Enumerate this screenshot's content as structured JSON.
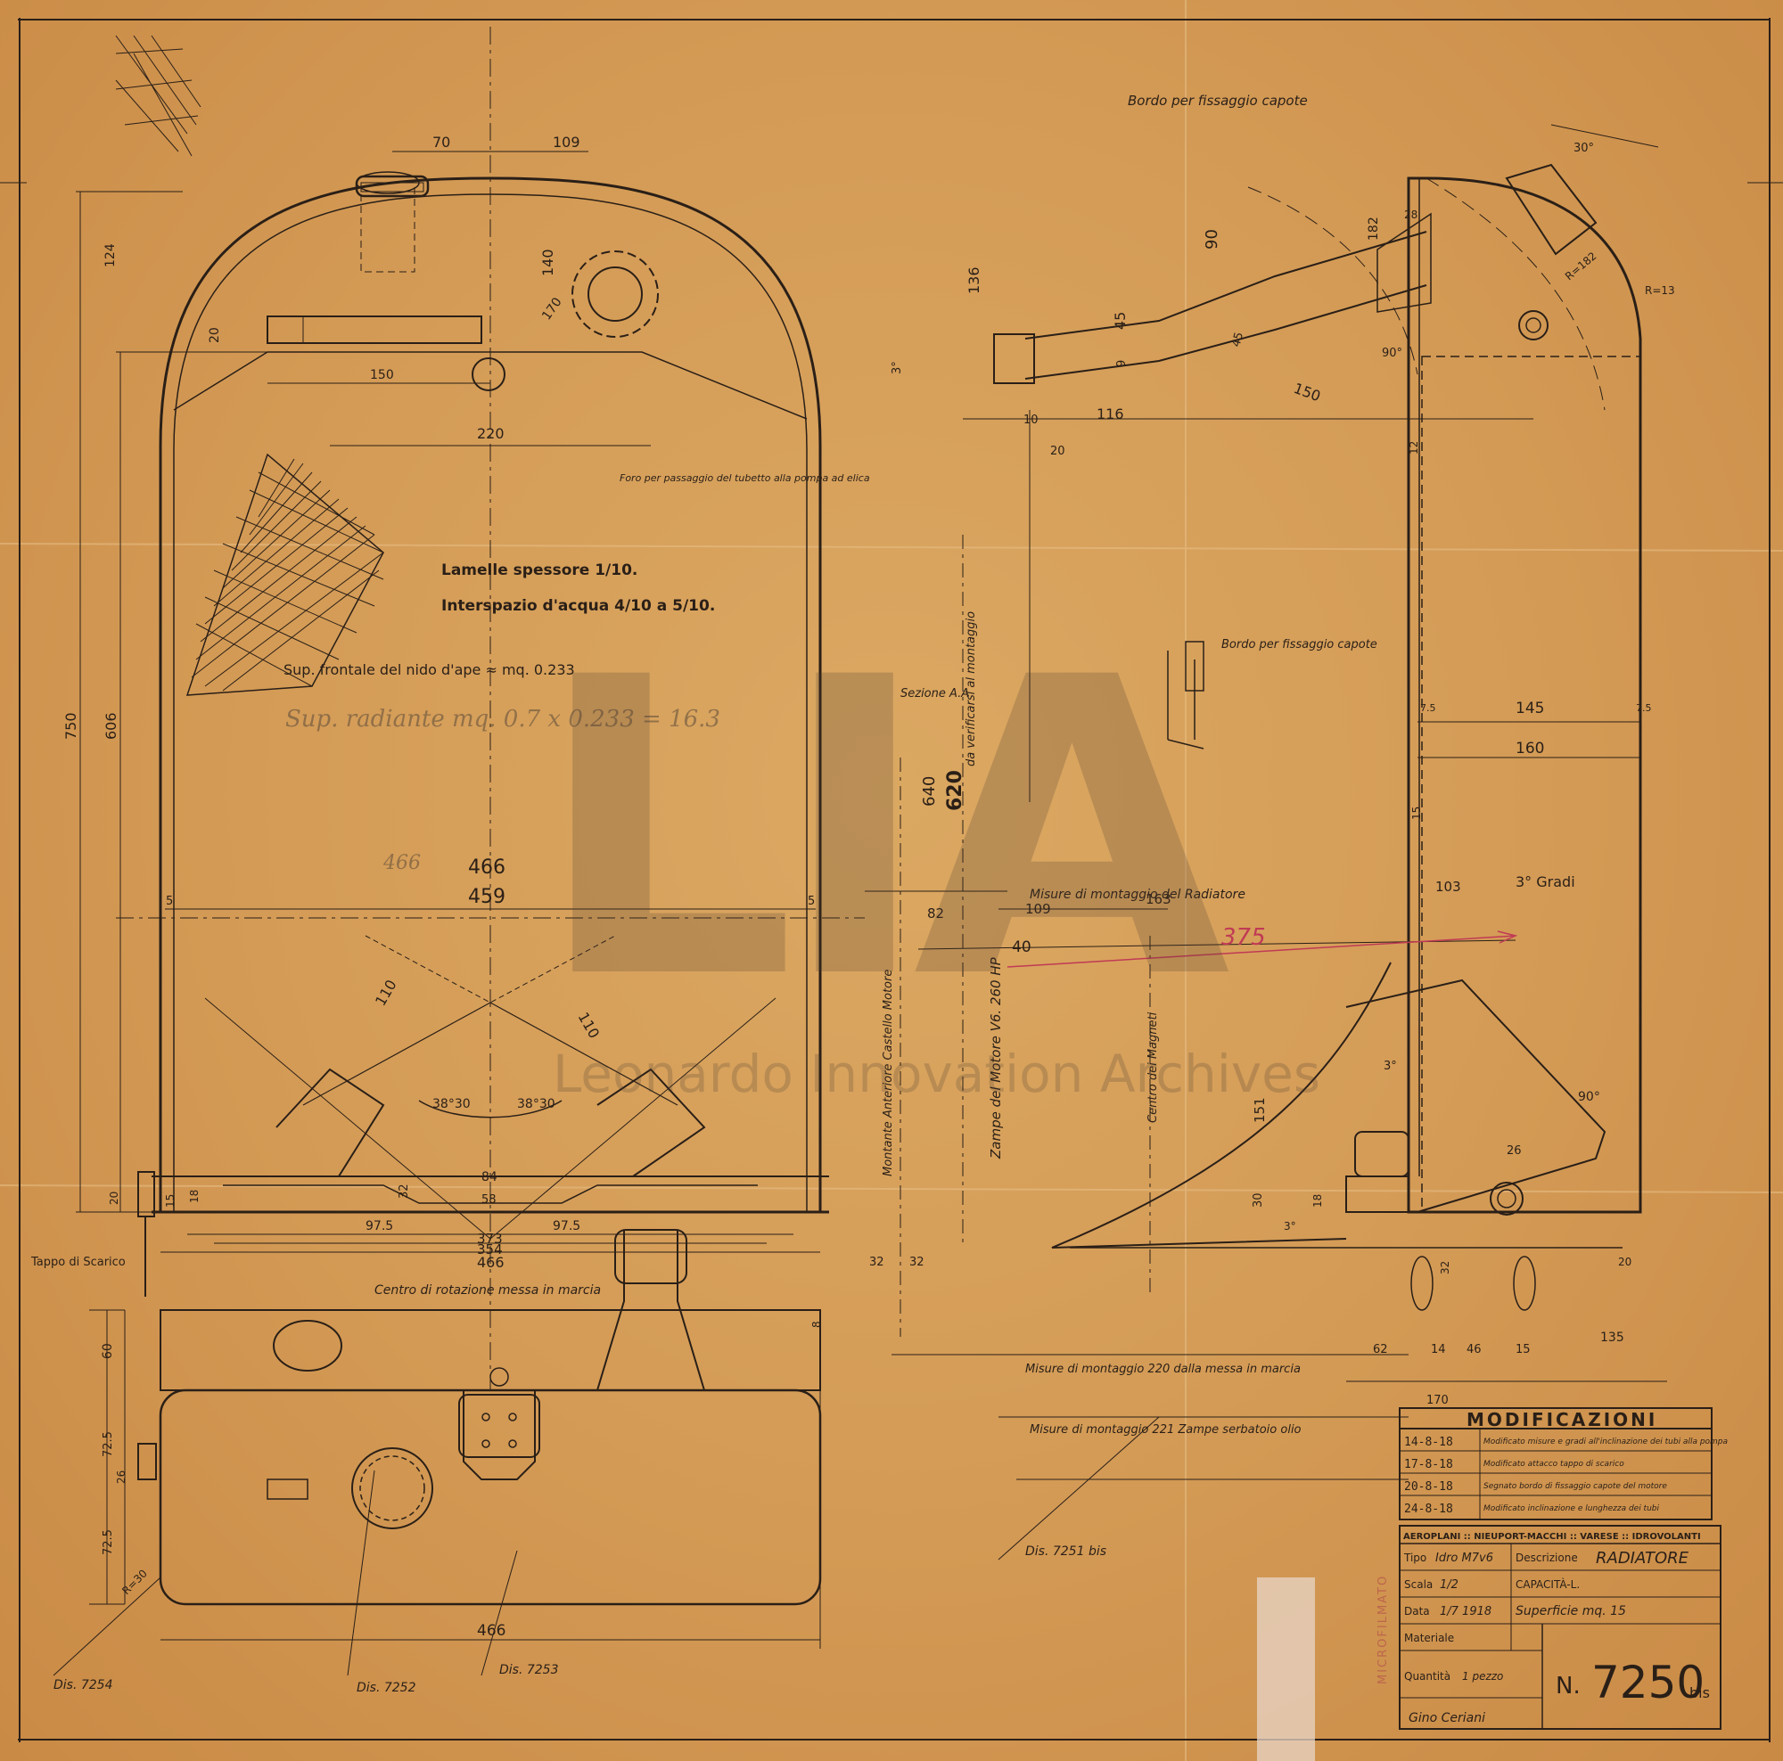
{
  "watermark": {
    "logo": "LIA",
    "text": "Leonardo Innovation Archives"
  },
  "front_view": {
    "dims": {
      "d70": "70",
      "d109": "109",
      "d124": "124",
      "d140": "140",
      "d170": "170",
      "d20_top": "20",
      "d150": "150",
      "d220": "220",
      "d750": "750",
      "d606": "606",
      "d466": "466",
      "d459": "459",
      "d5_left": "5",
      "d5_right": "5",
      "d110_l": "110",
      "d110_r": "110",
      "a3830_l": "38°30",
      "a3830_r": "38°30",
      "d84": "84",
      "d58": "58",
      "d32": "32",
      "d18": "18",
      "d15": "15",
      "d20_bot": "20",
      "d975_l": "97.5",
      "d975_r": "97.5",
      "d373": "373",
      "d354": "354",
      "d466_b": "466"
    },
    "notes": {
      "foro": "Foro per passaggio del tubetto alla pompa ad elica",
      "lamelle": "Lamelle spessore 1/10.",
      "interspazio": "Interspazio d'acqua 4/10 a 5/10.",
      "sup_frontale": "Sup. frontale del nido d'ape ≈ mq. 0.233",
      "sup_radiante": "Sup. radiante mq. 0.7 x 0.233 = 16.3",
      "faint_466": "466",
      "tappo": "Tappo di Scarico",
      "centro_rotazione": "Centro di rotazione messa in marcia"
    }
  },
  "plan_view": {
    "dims": {
      "d60": "60",
      "d725_a": "72.5",
      "d26": "26",
      "d725_b": "72.5",
      "r30": "R=30",
      "d8": "8",
      "d466": "466"
    },
    "refs": {
      "dis7254": "Dis. 7254",
      "dis7252": "Dis. 7252",
      "dis7253": "Dis. 7253"
    }
  },
  "side_view": {
    "dims": {
      "d3": "3°",
      "d136": "136",
      "d90": "90",
      "d45": "45",
      "d9": "9",
      "d45b": "45",
      "d150": "150",
      "d10": "10",
      "d116": "116",
      "d20": "20",
      "d182": "182",
      "d28": "28",
      "a30": "30°",
      "r182": "R=182",
      "r13": "R=13",
      "a90": "90°",
      "d12": "12",
      "d75_l": "7.5",
      "d75_r": "7.5",
      "d145": "145",
      "d160": "160",
      "d15": "15",
      "d640": "640",
      "d620": "620",
      "d82": "82",
      "d109": "109",
      "d163": "163",
      "d103": "103",
      "tre_gradi": "3° Gradi",
      "d40": "40",
      "d151": "151",
      "a3_mid": "3°",
      "a90_low": "90°",
      "d26": "26",
      "d30": "30",
      "d18": "18",
      "a3_low": "3°",
      "d32_l": "32",
      "d32_r": "32",
      "d20_r": "20",
      "d32_v": "32",
      "d62": "62",
      "d14": "14",
      "d46": "46",
      "d15_b": "15",
      "d135": "135",
      "d170": "170"
    },
    "notes": {
      "bordo_top": "Bordo per fissaggio capote",
      "bordo_mid": "Bordo per fissaggio capote",
      "sezione": "Sezione A.A",
      "da_verificarsi": "da verificarsi al montaggio",
      "misure_montaggio": "Misure di montaggio del Radiatore",
      "red_375": "375",
      "montante": "Montante Anteriore Castello Motore",
      "zampe_motore": "Zampe del Motore V6. 260 HP",
      "centro_magneti": "Centro dei Magneti",
      "misure_220": "Misure di montaggio 220 dalla messa in marcia",
      "misure_221": "Misure di montaggio 221 Zampe serbatoio olio",
      "dis7251": "Dis. 7251 bis"
    }
  },
  "modifications": {
    "title": "MODIFICAZIONI",
    "rows": [
      {
        "date": "14-8-18",
        "text": "Modificato misure e gradi all'inclinazione dei tubi alla pompa"
      },
      {
        "date": "17-8-18",
        "text": "Modificato attacco tappo di scarico"
      },
      {
        "date": "20-8-18",
        "text": "Segnato bordo di fissaggio capote del motore"
      },
      {
        "date": "24-8-18",
        "text": "Modificato inclinazione e lunghezza dei tubi"
      }
    ]
  },
  "title_block": {
    "company": "AEROPLANI :: NIEUPORT-MACCHI :: VARESE :: IDROVOLANTI",
    "tipo_label": "Tipo",
    "tipo_value": "Idro M7v6",
    "descrizione_label": "Descrizione",
    "descrizione_value": "RADIATORE",
    "scala_label": "Scala",
    "scala_value": "1/2",
    "capacita": "CAPACITÀ-L.",
    "data_label": "Data",
    "data_value": "1/7 1918",
    "superficie": "Superficie mq. 15",
    "materiale_label": "Materiale",
    "quantita_label": "Quantità",
    "quantita_value": "1 pezzo",
    "numero_prefix": "N.",
    "numero": "7250",
    "numero_suffix": "bis",
    "signature": "Gino Ceriani",
    "stamp": "MICROFILMATO"
  },
  "colors": {
    "paper": "#d39a55",
    "ink": "#2a1f17",
    "red_pencil": "#c03a55"
  }
}
